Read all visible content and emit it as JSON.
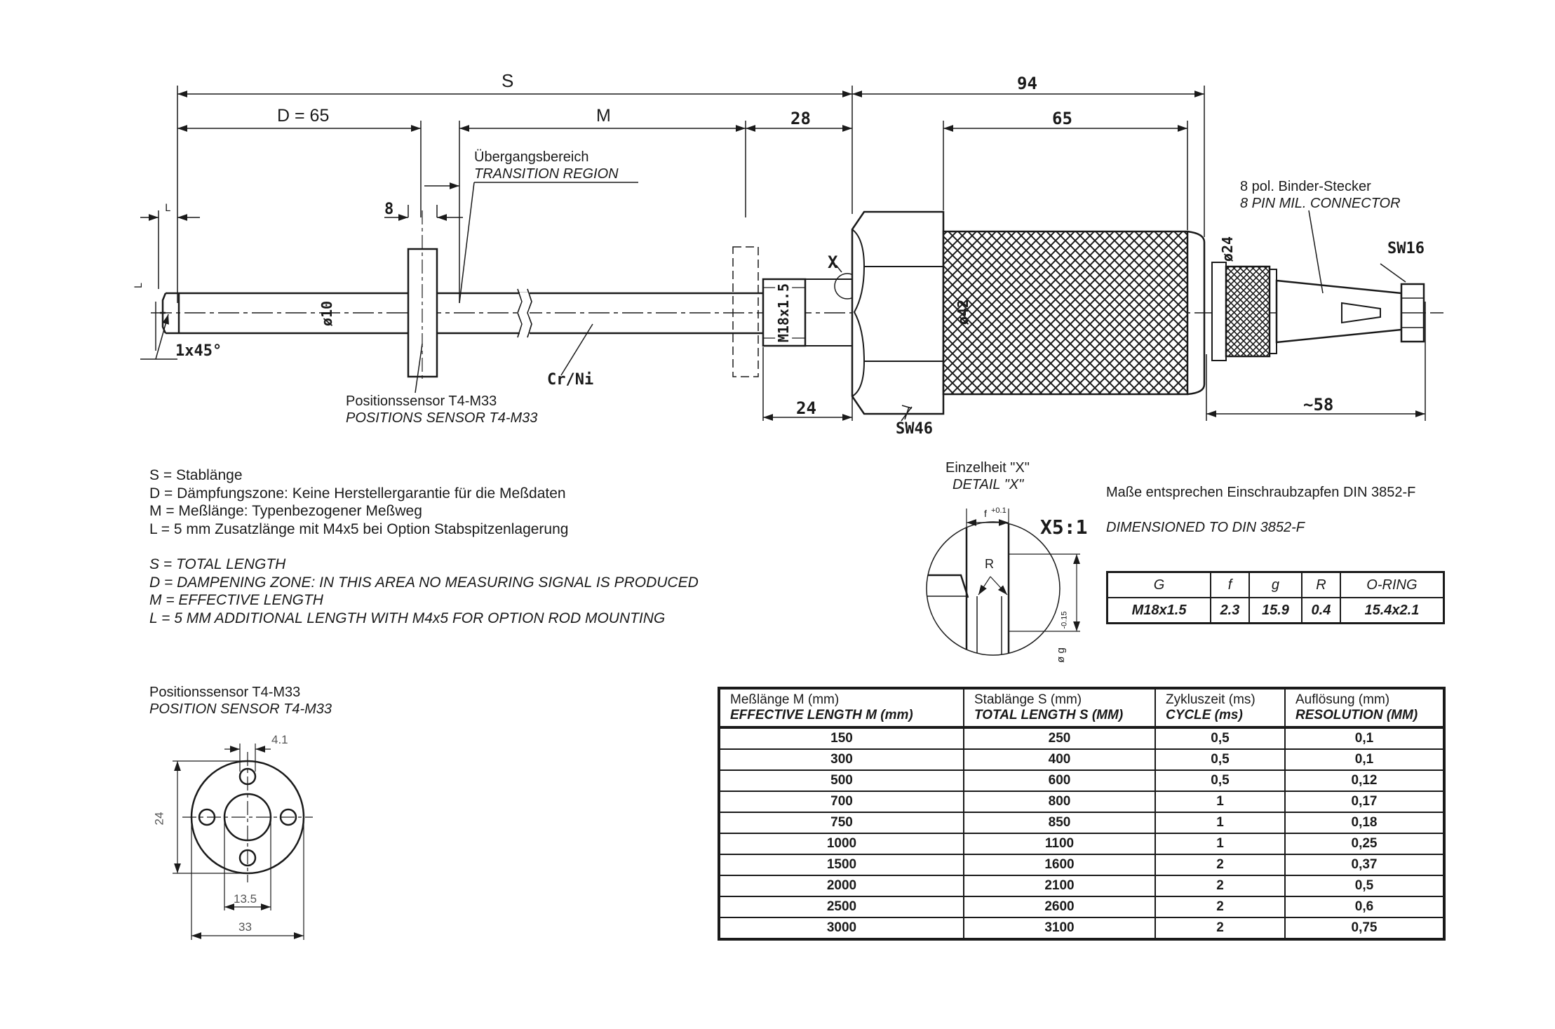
{
  "dims": {
    "s": "S",
    "d65": "D = 65",
    "m": "M",
    "d28": "28",
    "d94": "94",
    "d65b": "65",
    "d8": "8",
    "l_top": "L",
    "l_side": "L",
    "chamfer": "1x45°",
    "phi10": "ø10",
    "crni": "Cr/Ni",
    "x_mark": "X",
    "m18": "M18x1.5",
    "phi42": "ø42",
    "phi24": "ø24",
    "sw16": "SW16",
    "d24": "24",
    "sw46": "SW46",
    "d58": "~58"
  },
  "callouts": {
    "transition_de": "Übergangsbereich",
    "transition_en": "TRANSITION REGION",
    "connector_de": "8 pol. Binder-Stecker",
    "connector_en": "8 PIN MIL. CONNECTOR",
    "possensor_de": "Positionssensor T4-M33",
    "possensor_en": "POSITIONS SENSOR T4-M33"
  },
  "legend": {
    "de": [
      "S = Stablänge",
      "D = Dämpfungszone: Keine Herstellergarantie für die Meßdaten",
      "M = Meßlänge: Typenbezogener Meßweg",
      "L = 5 mm Zusatzlänge mit M4x5 bei Option Stabspitzenlagerung"
    ],
    "en": [
      "S = TOTAL LENGTH",
      "D = DAMPENING ZONE: IN THIS AREA NO MEASURING SIGNAL IS PRODUCED",
      "M = EFFECTIVE LENGTH",
      "L = 5 MM ADDITIONAL LENGTH WITH M4x5 FOR OPTION ROD MOUNTING"
    ]
  },
  "detail": {
    "title_de": "Einzelheit \"X\"",
    "title_en": "DETAIL \"X\"",
    "scale": "X5:1",
    "f_label": "f",
    "f_tol": "+0.1",
    "r_label": "R",
    "g_label": "ø g",
    "g_tol": "-0.15",
    "note_de": "Maße entsprechen Einschraubzapfen DIN 3852-F",
    "note_en": "DIMENSIONED TO DIN 3852-F",
    "headers": [
      "G",
      "f",
      "g",
      "R",
      "O-RING"
    ],
    "values": [
      "M18x1.5",
      "2.3",
      "15.9",
      "0.4",
      "15.4x2.1"
    ]
  },
  "flange": {
    "title_de": "Positionssensor T4-M33",
    "title_en": "POSITION SENSOR T4-M33",
    "d41": "4.1",
    "d24": "24",
    "d135": "13.5",
    "d33": "33"
  },
  "table": {
    "headers": [
      {
        "de": "Meßlänge M (mm)",
        "en": "EFFECTIVE LENGTH M (mm)"
      },
      {
        "de": "Stablänge S (mm)",
        "en": "TOTAL LENGTH S (MM)"
      },
      {
        "de": "Zykluszeit (ms)",
        "en": "CYCLE (ms)"
      },
      {
        "de": "Auflösung (mm)",
        "en": "RESOLUTION (MM)"
      }
    ],
    "rows": [
      [
        "150",
        "250",
        "0,5",
        "0,1"
      ],
      [
        "300",
        "400",
        "0,5",
        "0,1"
      ],
      [
        "500",
        "600",
        "0,5",
        "0,12"
      ],
      [
        "700",
        "800",
        "1",
        "0,17"
      ],
      [
        "750",
        "850",
        "1",
        "0,18"
      ],
      [
        "1000",
        "1100",
        "1",
        "0,25"
      ],
      [
        "1500",
        "1600",
        "2",
        "0,37"
      ],
      [
        "2000",
        "2100",
        "2",
        "0,5"
      ],
      [
        "2500",
        "2600",
        "2",
        "0,6"
      ],
      [
        "3000",
        "3100",
        "2",
        "0,75"
      ]
    ]
  }
}
